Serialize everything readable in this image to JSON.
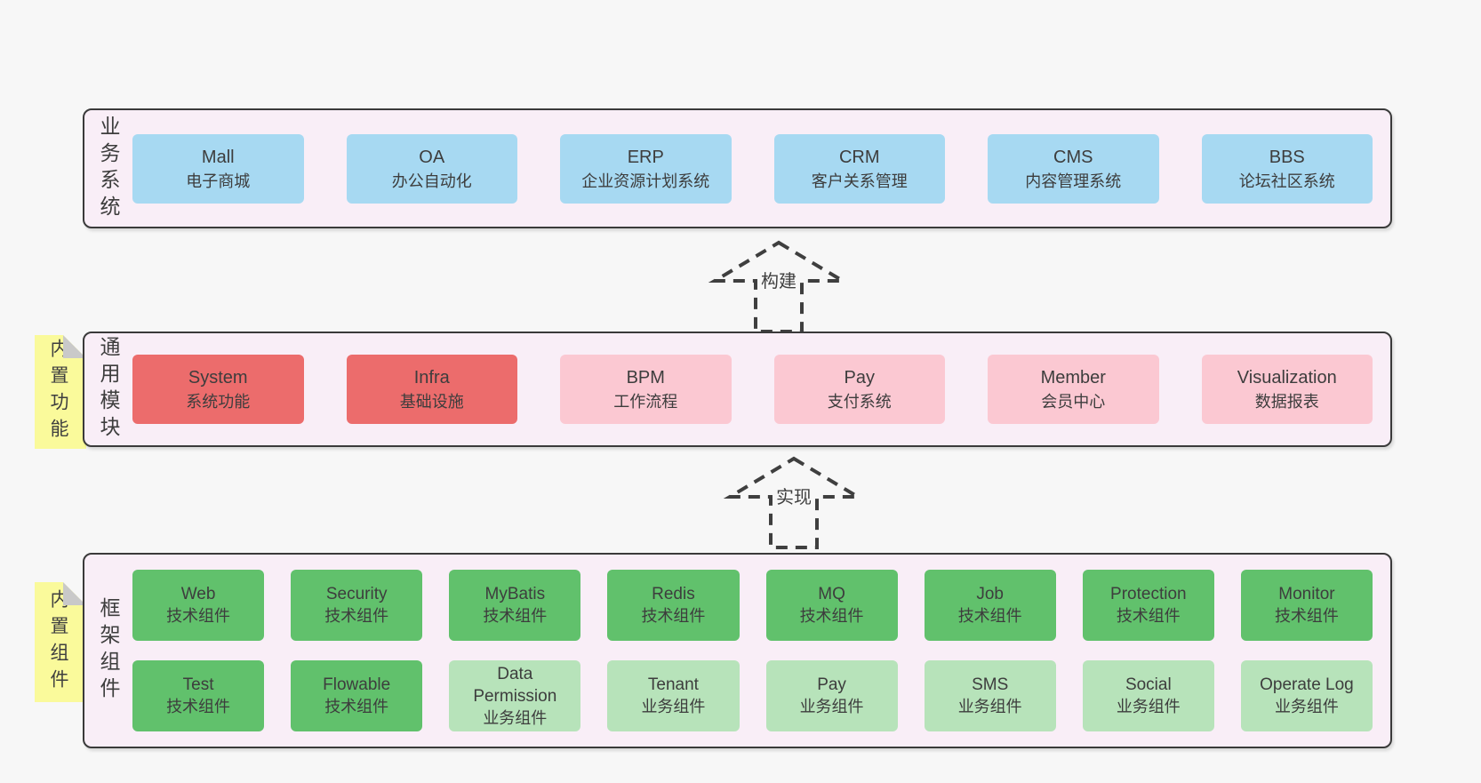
{
  "colors": {
    "page_bg": "#f7f7f7",
    "layer_bg": "#f9eef7",
    "layer_border": "#3a3a3a",
    "blue": "#a7d9f2",
    "red": "#ec6c6c",
    "pink": "#fbc8d2",
    "green": "#61c16c",
    "light_green": "#b7e3ba",
    "note_yellow": "#fafa9b",
    "note_fold_gray": "#c9c9c9",
    "text": "#3d3d3d"
  },
  "arrows": [
    {
      "label": "构建"
    },
    {
      "label": "实现"
    }
  ],
  "layers": [
    {
      "label": "业务系统",
      "boxes": [
        {
          "name": "Mall",
          "desc": "电子商城",
          "variant": "blue"
        },
        {
          "name": "OA",
          "desc": "办公自动化",
          "variant": "blue"
        },
        {
          "name": "ERP",
          "desc": "企业资源计划系统",
          "variant": "blue"
        },
        {
          "name": "CRM",
          "desc": "客户关系管理",
          "variant": "blue"
        },
        {
          "name": "CMS",
          "desc": "内容管理系统",
          "variant": "blue"
        },
        {
          "name": "BBS",
          "desc": "论坛社区系统",
          "variant": "blue"
        }
      ]
    },
    {
      "label": "通用模块",
      "note": "内置功能",
      "boxes": [
        {
          "name": "System",
          "desc": "系统功能",
          "variant": "red"
        },
        {
          "name": "Infra",
          "desc": "基础设施",
          "variant": "red"
        },
        {
          "name": "BPM",
          "desc": "工作流程",
          "variant": "pink"
        },
        {
          "name": "Pay",
          "desc": "支付系统",
          "variant": "pink"
        },
        {
          "name": "Member",
          "desc": "会员中心",
          "variant": "pink"
        },
        {
          "name": "Visualization",
          "desc": "数据报表",
          "variant": "pink"
        }
      ]
    },
    {
      "label": "框架组件",
      "note": "内置组件",
      "rows": [
        [
          {
            "name": "Web",
            "desc": "技术组件",
            "variant": "green"
          },
          {
            "name": "Security",
            "desc": "技术组件",
            "variant": "green"
          },
          {
            "name": "MyBatis",
            "desc": "技术组件",
            "variant": "green"
          },
          {
            "name": "Redis",
            "desc": "技术组件",
            "variant": "green"
          },
          {
            "name": "MQ",
            "desc": "技术组件",
            "variant": "green"
          },
          {
            "name": "Job",
            "desc": "技术组件",
            "variant": "green"
          },
          {
            "name": "Protection",
            "desc": "技术组件",
            "variant": "green"
          },
          {
            "name": "Monitor",
            "desc": "技术组件",
            "variant": "green"
          }
        ],
        [
          {
            "name": "Test",
            "desc": "技术组件",
            "variant": "green"
          },
          {
            "name": "Flowable",
            "desc": "技术组件",
            "variant": "green"
          },
          {
            "name": "Data Permission",
            "desc": "业务组件",
            "variant": "light_green"
          },
          {
            "name": "Tenant",
            "desc": "业务组件",
            "variant": "light_green"
          },
          {
            "name": "Pay",
            "desc": "业务组件",
            "variant": "light_green"
          },
          {
            "name": "SMS",
            "desc": "业务组件",
            "variant": "light_green"
          },
          {
            "name": "Social",
            "desc": "业务组件",
            "variant": "light_green"
          },
          {
            "name": "Operate Log",
            "desc": "业务组件",
            "variant": "light_green"
          }
        ]
      ]
    }
  ]
}
